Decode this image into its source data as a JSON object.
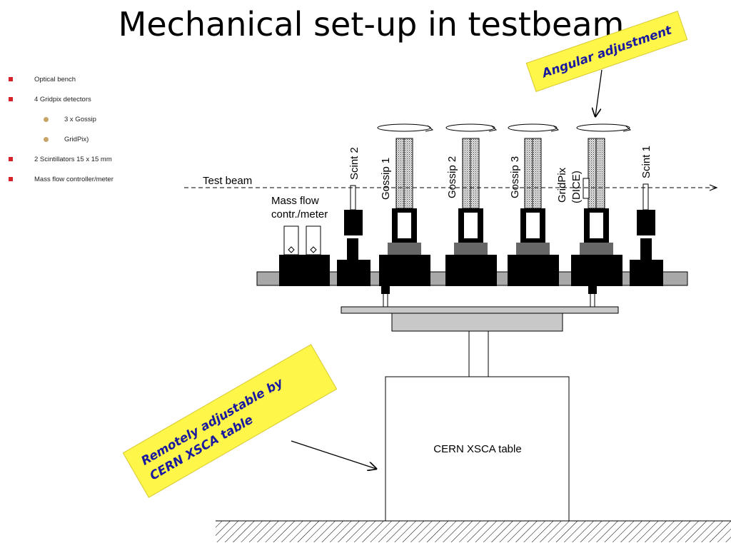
{
  "title": "Mechanical set-up in testbeam",
  "bullets": [
    {
      "text": "Optical bench",
      "level": 1
    },
    {
      "text": "4 Gridpix detectors",
      "level": 1
    },
    {
      "text": "3 x Gossip",
      "level": 2
    },
    {
      "text": "GridPix)",
      "level": 2
    },
    {
      "text": "2 Scintillators 15 x 15 mm",
      "level": 1
    },
    {
      "text": "Mass flow controller/meter",
      "level": 1
    }
  ],
  "diagram": {
    "test_beam": "Test beam",
    "mass_flow_line1": "Mass flow",
    "mass_flow_line2": "contr./meter",
    "scint_2": "Scint 2",
    "gossip_1": "Gossip 1",
    "gossip_2": "Gossip 2",
    "gossip_3": "Gossip 3",
    "gridpix_line1": "GridPix",
    "gridpix_line2": "(DICE)",
    "scint_1": "Scint 1",
    "cern_table": "CERN XSCA table"
  },
  "notes": {
    "angular": "Angular adjustment",
    "remote_line1": "Remotely adjustable by",
    "remote_line2": "CERN XSCA table"
  },
  "colors": {
    "bullet_square": "#d6222a",
    "bullet_circle": "#c8a468",
    "note_fill": "#fff64a",
    "note_text": "#1a1aa0"
  }
}
